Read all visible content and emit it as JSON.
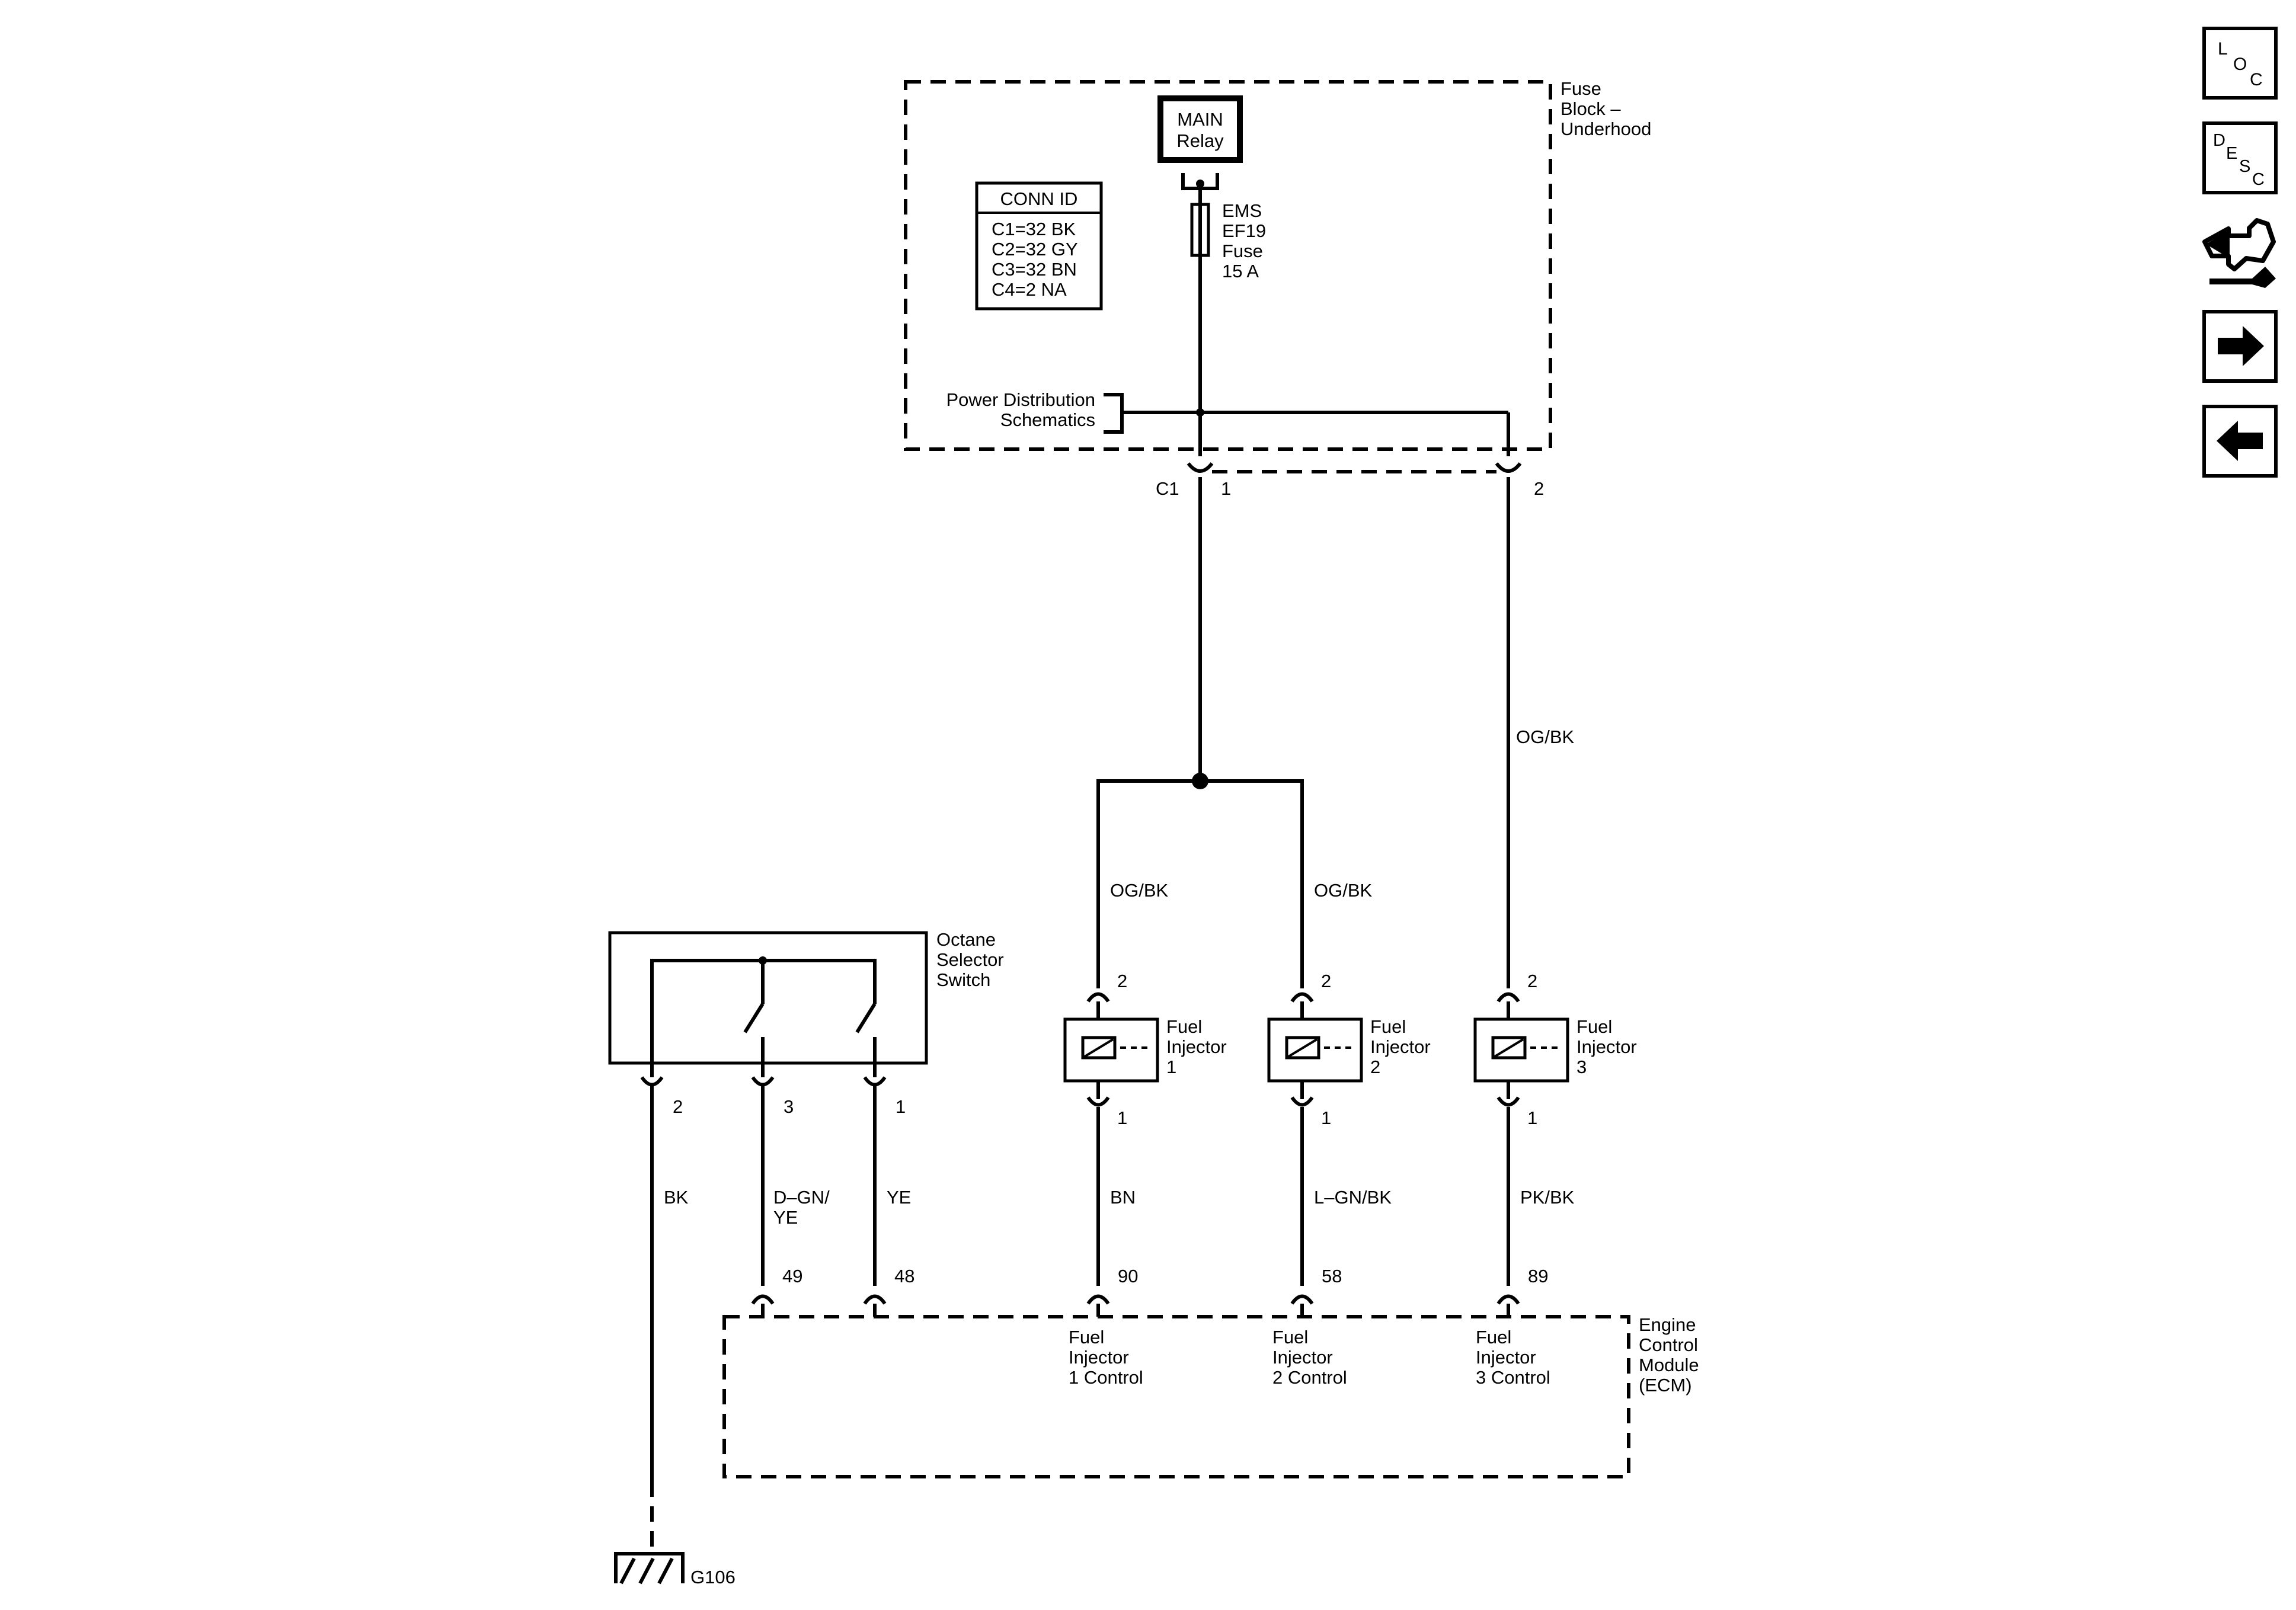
{
  "fuse_block": {
    "line1": "Fuse",
    "line2": "Block –",
    "line3": "Underhood"
  },
  "main_relay": {
    "line1": "MAIN",
    "line2": "Relay"
  },
  "conn_id": {
    "title": "CONN ID",
    "rows": [
      "C1=32 BK",
      "C2=32 GY",
      "C3=32 BN",
      "C4=2 NA"
    ]
  },
  "fuse": {
    "line1": "EMS",
    "line2": "EF19",
    "line3": "Fuse",
    "line4": "15 A"
  },
  "power_distribution": {
    "line1": "Power Distribution",
    "line2": "Schematics"
  },
  "connectors": {
    "c1_name": "C1",
    "c1_pin1": "1",
    "c1_pin2": "2",
    "inj1_top": "2",
    "inj1_bot": "1",
    "inj2_top": "2",
    "inj2_bot": "1",
    "inj3_top": "2",
    "inj3_bot": "1",
    "oss_pin_bk": "2",
    "oss_pin_dgn": "3",
    "oss_pin_ye": "1",
    "ecm_49": "49",
    "ecm_48": "48",
    "ecm_90": "90",
    "ecm_58": "58",
    "ecm_89": "89"
  },
  "wires": {
    "og_bk_feed": "OG/BK",
    "og_bk_inj1": "OG/BK",
    "og_bk_inj2": "OG/BK",
    "bk": "BK",
    "dgn_ye_1": "D–GN/",
    "dgn_ye_2": "YE",
    "ye": "YE",
    "bn": "BN",
    "lgn_bk": "L–GN/BK",
    "pk_bk": "PK/BK"
  },
  "injector1": {
    "line1": "Fuel",
    "line2": "Injector",
    "line3": "1"
  },
  "injector2": {
    "line1": "Fuel",
    "line2": "Injector",
    "line3": "2"
  },
  "injector3": {
    "line1": "Fuel",
    "line2": "Injector",
    "line3": "3"
  },
  "octane_switch": {
    "line1": "Octane",
    "line2": "Selector",
    "line3": "Switch"
  },
  "ecm": {
    "line1": "Engine",
    "line2": "Control",
    "line3": "Module",
    "line4": "(ECM)",
    "inj1_line1": "Fuel",
    "inj1_line2": "Injector",
    "inj1_line3": "1 Control",
    "inj2_line1": "Fuel",
    "inj2_line2": "Injector",
    "inj2_line3": "2 Control",
    "inj3_line1": "Fuel",
    "inj3_line2": "Injector",
    "inj3_line3": "3 Control"
  },
  "ground": {
    "label": "G106"
  },
  "nav": {
    "loc_l": "L",
    "loc_o": "O",
    "loc_c": "C",
    "desc_d": "D",
    "desc_e": "E",
    "desc_s": "S",
    "desc_c": "C"
  },
  "icons": {
    "loc": "loc-icon",
    "desc": "desc-icon",
    "connector_end_view": "connector-end-view-icon",
    "next": "arrow-right-icon",
    "previous": "arrow-left-icon"
  }
}
